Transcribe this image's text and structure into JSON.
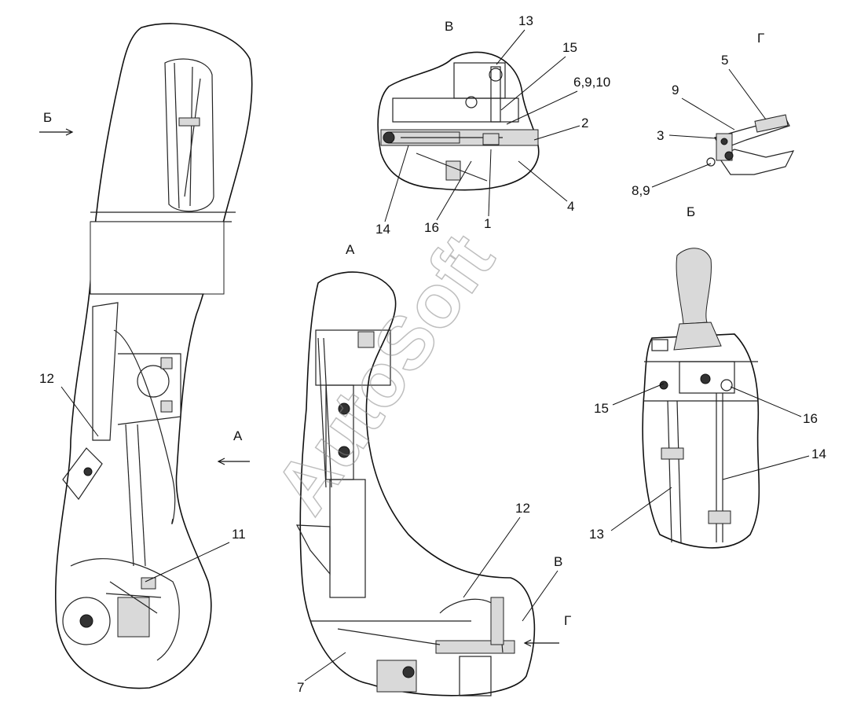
{
  "views": {
    "b_left": "Б",
    "a_right": "А",
    "a_top": "А",
    "v_top": "В",
    "g_top": "Г",
    "b_small": "Б",
    "v_bottom": "В",
    "g_bottom": "Г"
  },
  "callouts": {
    "c13_top": "13",
    "c15_top": "15",
    "c6910": "6,9,10",
    "c2": "2",
    "c4": "4",
    "c1": "1",
    "c16_top": "16",
    "c14_top": "14",
    "c5": "5",
    "c9": "9",
    "c3": "3",
    "c89": "8,9",
    "c12_left": "12",
    "c11": "11",
    "c12_mid": "12",
    "c7": "7",
    "c15_right": "15",
    "c16_right": "16",
    "c14_right": "14",
    "c13_right": "13"
  },
  "watermark": "AutoSoft"
}
